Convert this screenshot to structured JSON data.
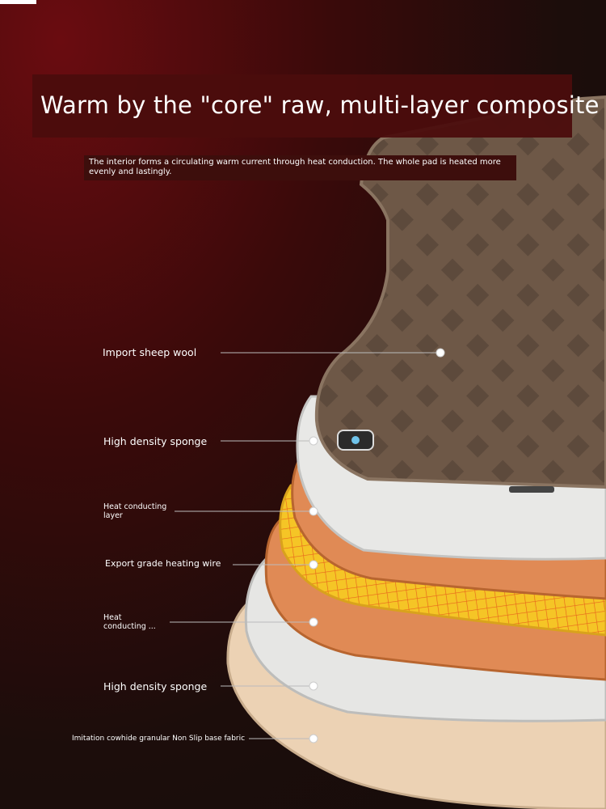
{
  "title": "Warm by the \"core\" raw, multi-layer composite",
  "subtitle": "The interior forms a circulating warm current through heat conduction. The whole pad is heated more evenly and lastingly.",
  "layers": [
    {
      "label": "Import sheep wool"
    },
    {
      "label": "High density sponge"
    },
    {
      "label": "Heat conducting layer"
    },
    {
      "label": "Export grade heating wire"
    },
    {
      "label": "Heat conducting ..."
    },
    {
      "label": "High density sponge"
    },
    {
      "label": "Imitation cowhide granular Non Slip base fabric"
    }
  ],
  "colors": {
    "brown": "#6b5646",
    "sponge": "#e8e8e6",
    "orange": "#e08a55",
    "yellow": "#f3c22a",
    "beige": "#ecd2b4"
  }
}
